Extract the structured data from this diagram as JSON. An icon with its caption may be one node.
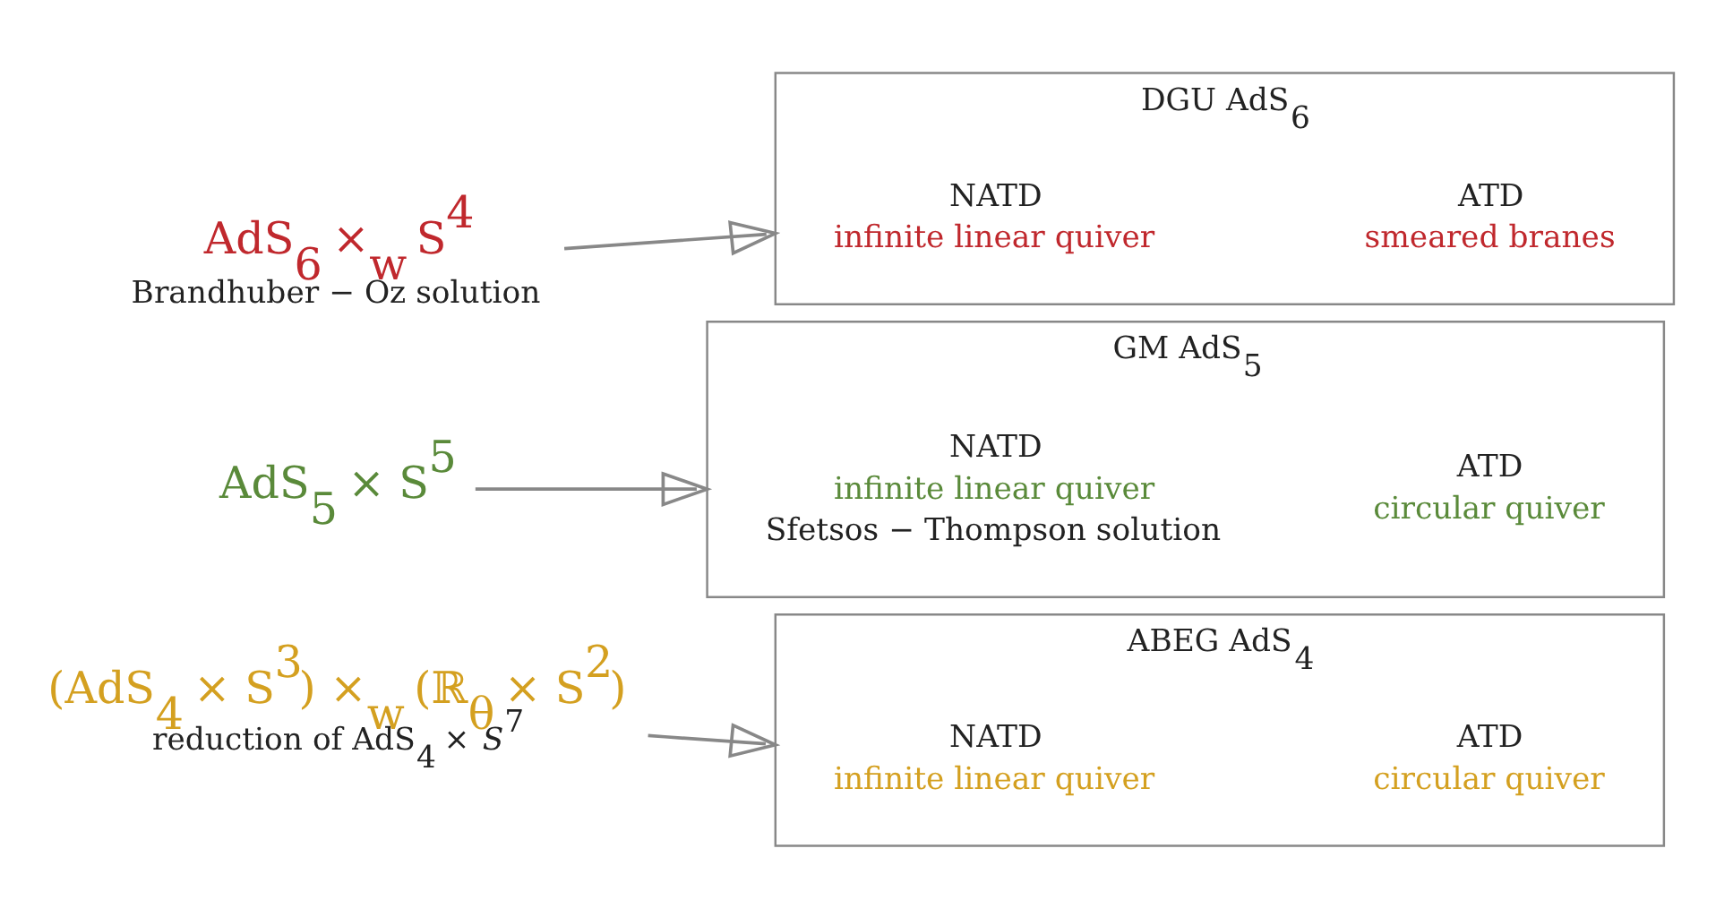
{
  "diagram": {
    "nodes": [
      {
        "text": [
          "AdS$_{6}$ ×$_{w}$ S$^{4}$",
          "Brandhuber − Oz solution"
        ]
      },
      {
        "text": [
          "DGU AdS$_{6}$"
        ]
      },
      {
        "text": [
          "NATD",
          "infinite linear quiver"
        ],
        "in": 1
      },
      {
        "text": [
          "ATD",
          "smeared branes"
        ],
        "in": 1
      },
      {
        "text": [
          "AdS$_{5}$ × S$^{5}$"
        ]
      },
      {
        "text": [
          "GM AdS$_{5}$"
        ]
      },
      {
        "text": [
          "NATD",
          "infinite linear quiver",
          "Sfetsos − Thompson solution"
        ],
        "in": 5
      },
      {
        "text": [
          "ATD",
          "circular quiver"
        ],
        "in": 5
      },
      {
        "text": [
          "(AdS$_{4}$ × S$^{3}$) ×$_{w}$ (ℝ$_{θ}$ × S$^{2}$)",
          "reduction of AdS$_{4}$ × *S*$^{7}$"
        ]
      },
      {
        "text": [
          "ABEG AdS$_{4}$"
        ]
      },
      {
        "text": [
          "NATD",
          "infinite linear quiver"
        ],
        "in": 9
      },
      {
        "text": [
          "ATD",
          "circular quiver"
        ],
        "in": 9
      }
    ],
    "edges": [
      {
        "from": 0,
        "to": 1,
        "arrow": "to"
      },
      {
        "from": 4,
        "to": 5,
        "arrow": "to"
      },
      {
        "from": 8,
        "to": 9,
        "arrow": "to"
      }
    ]
  }
}
